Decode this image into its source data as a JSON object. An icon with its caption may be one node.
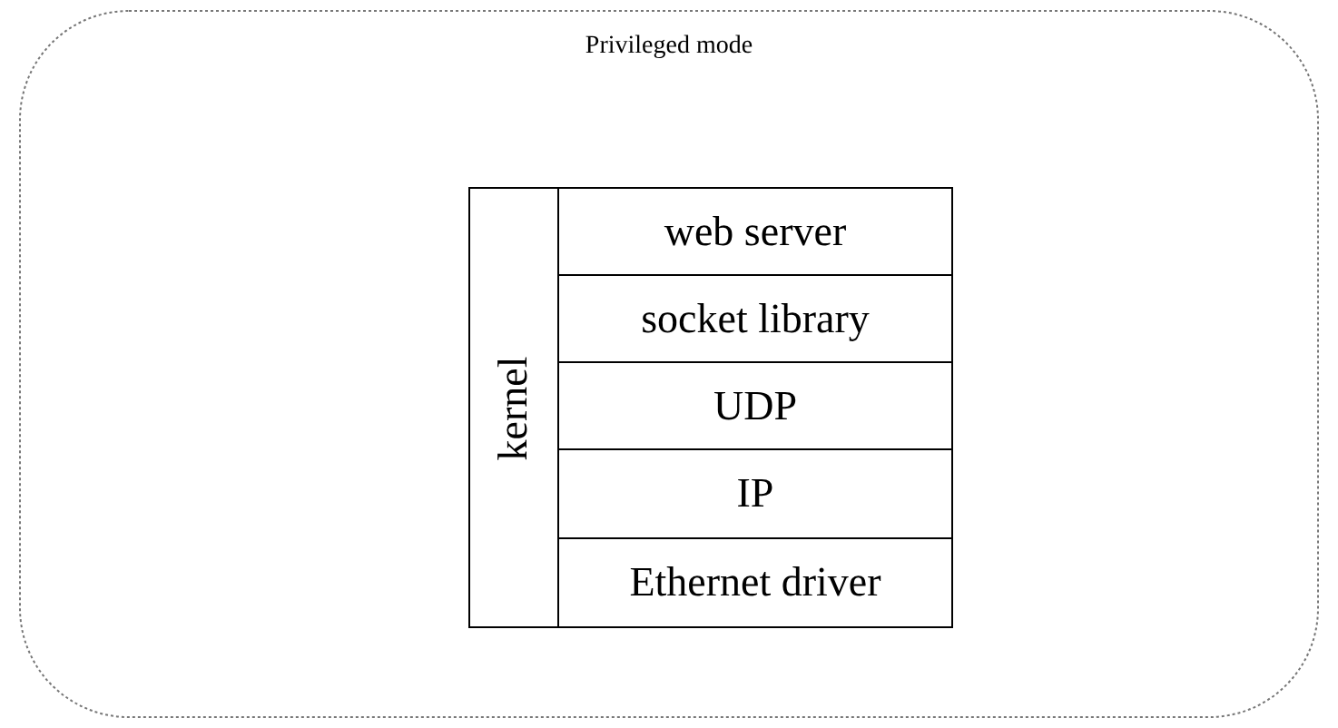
{
  "diagram": {
    "nodes": [
      {
        "text": [
          "Privileged mode"
        ]
      },
      {
        "text": [
          "kernel"
        ],
        "in": 0
      },
      {
        "text": [
          "web server"
        ],
        "in": 0
      },
      {
        "text": [
          "socket library"
        ],
        "in": 0
      },
      {
        "text": [
          "UDP"
        ],
        "in": 0
      },
      {
        "text": [
          "IP"
        ],
        "in": 0
      },
      {
        "text": [
          "Ethernet driver"
        ],
        "in": 0
      }
    ]
  }
}
